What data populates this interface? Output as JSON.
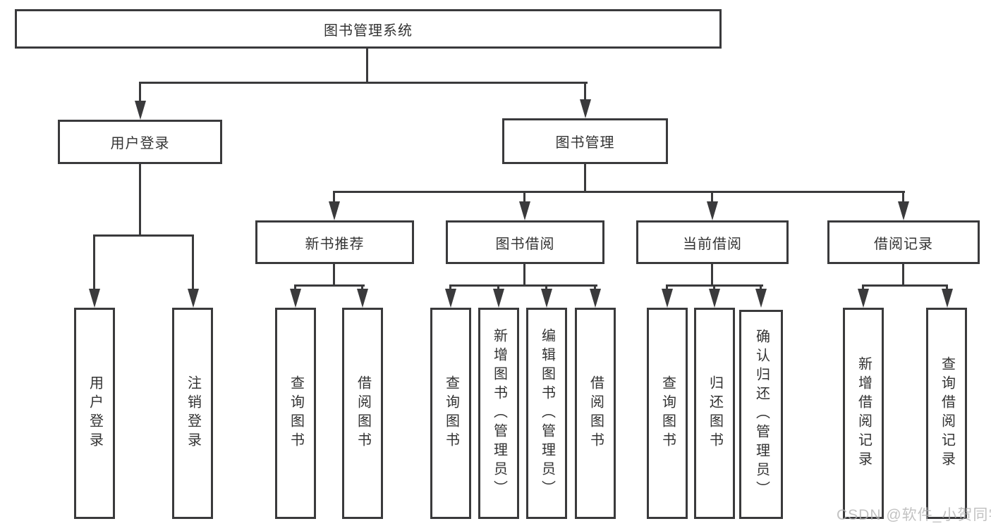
{
  "tree": {
    "label": "图书管理系统",
    "children": [
      {
        "label": "用户登录",
        "children": [
          {
            "label": "用户登录"
          },
          {
            "label": "注销登录"
          }
        ]
      },
      {
        "label": "图书管理",
        "children": [
          {
            "label": "新书推荐",
            "children": [
              {
                "label": "查询图书"
              },
              {
                "label": "借阅图书"
              }
            ]
          },
          {
            "label": "图书借阅",
            "children": [
              {
                "label": "查询图书"
              },
              {
                "label": "新增图书（管理员）"
              },
              {
                "label": "编辑图书（管理员）"
              },
              {
                "label": "借阅图书"
              }
            ]
          },
          {
            "label": "当前借阅",
            "children": [
              {
                "label": "查询图书"
              },
              {
                "label": "归还图书"
              },
              {
                "label": "确认归还（管理员）"
              }
            ]
          },
          {
            "label": "借阅记录",
            "children": [
              {
                "label": "新增借阅记录"
              },
              {
                "label": "查询借阅记录"
              }
            ]
          }
        ]
      }
    ]
  },
  "watermark": "CSDN @软件_小贺同学",
  "colors": {
    "line": "#3a3a3c",
    "box_border": "#3a3a3c",
    "text": "#333333",
    "background": "#ffffff",
    "watermark": "#b3b3b3"
  }
}
